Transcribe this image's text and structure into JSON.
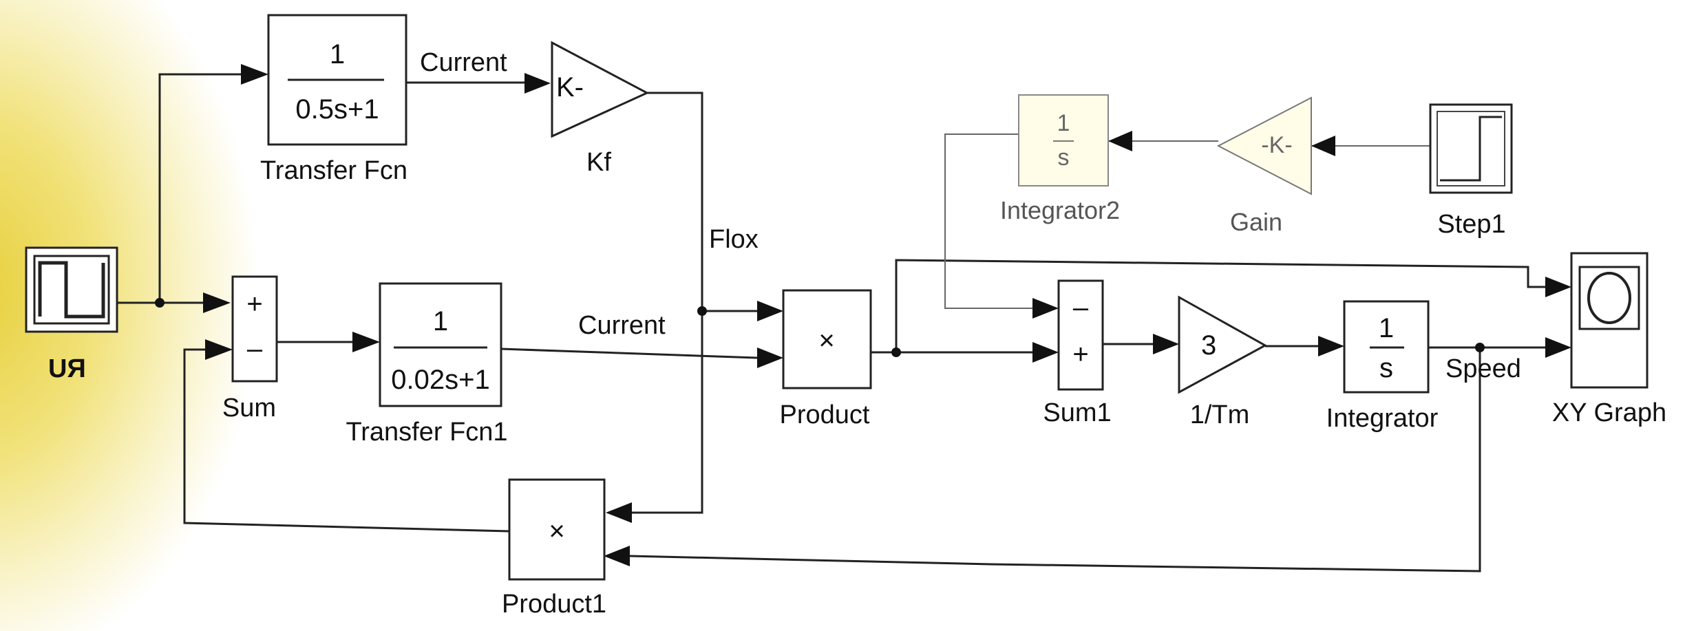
{
  "blocks": {
    "tf": {
      "num": "1",
      "den": "0.5s+1",
      "name": "Transfer Fcn"
    },
    "tf1": {
      "num": "1",
      "den": "0.02s+1",
      "name": "Transfer Fcn1"
    },
    "kf": {
      "symbol": "K-",
      "name": "Kf"
    },
    "sum": {
      "plus": "+",
      "minus": "–",
      "name": "Sum"
    },
    "ur": {
      "name": "UЯ"
    },
    "product": {
      "symbol": "×",
      "name": "Product"
    },
    "product1": {
      "symbol": "×",
      "name": "Product1"
    },
    "int2": {
      "num": "1",
      "den": "s",
      "name": "Integrator2"
    },
    "gain": {
      "symbol": "-K-",
      "name": "Gain"
    },
    "step1": {
      "name": "Step1"
    },
    "sum1": {
      "minus": "–",
      "plus": "+",
      "name": "Sum1"
    },
    "tm": {
      "symbol": "3",
      "name": "1/Tm"
    },
    "integrator": {
      "num": "1",
      "den": "s",
      "name": "Integrator"
    },
    "xy": {
      "name": "XY Graph"
    }
  },
  "signals": {
    "current_top": "Current",
    "current_mid": "Current",
    "flox": "Flox",
    "speed": "Speed"
  }
}
